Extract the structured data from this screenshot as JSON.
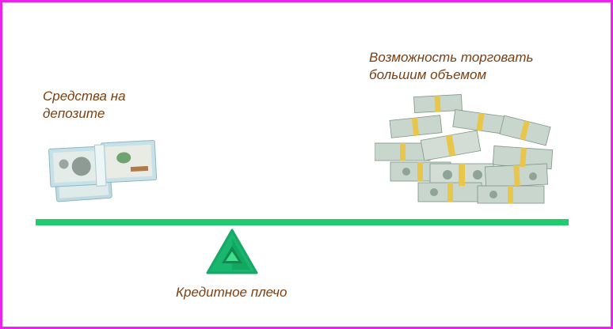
{
  "diagram": {
    "deposit_label_line1": "Средства на",
    "deposit_label_line2": "депозите",
    "volume_label_line1": "Возможность торговать",
    "volume_label_line2": "большим объемом",
    "leverage_label": "Кредитное плечо",
    "deposit_icon": "money-stack-icon",
    "volume_icon": "money-pile-icon",
    "fulcrum_icon": "triangle-fulcrum-icon"
  },
  "colors": {
    "border": "#ee22ee",
    "beam": "#22cc6e",
    "text": "#7a3f12",
    "fulcrum_dark": "#16b46e",
    "fulcrum_light": "#3ee08a"
  }
}
